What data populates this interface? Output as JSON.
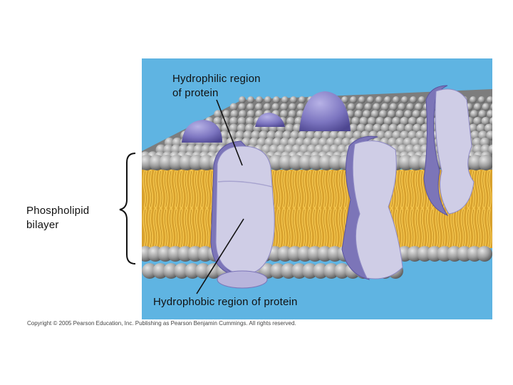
{
  "figure": {
    "labels": {
      "hydrophilic_line1": "Hydrophilic region",
      "hydrophilic_line2": "of protein",
      "bilayer_line1": "Phospholipid",
      "bilayer_line2": "bilayer",
      "hydrophobic": "Hydrophobic region of protein"
    },
    "copyright": "Copyright © 2005 Pearson Education, Inc. Publishing as Pearson Benjamin Cummings. All rights reserved."
  },
  "colors": {
    "background": "#5fb4e2",
    "head": "#9a9a9a",
    "tail": "#f2c24a",
    "protein_face": "#cfcde6",
    "protein_side": "#7c75b8",
    "line": "#111111"
  }
}
